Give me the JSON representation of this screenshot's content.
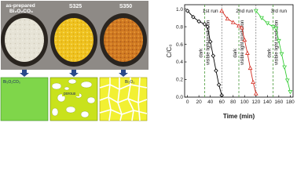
{
  "samples": {
    "photo_labels": [
      "as-prepared\nBi₂O₂CO₃",
      "S325",
      "S350"
    ],
    "schematic_labels": [
      "Bi₂O₂CO₃",
      "porous",
      "Bi₂O₃"
    ]
  },
  "chart_data": {
    "type": "line",
    "xlabel": "Time (min)",
    "ylabel": "C/C₀",
    "xlim": [
      -5,
      185
    ],
    "ylim": [
      0,
      1.05
    ],
    "xticks": [
      0,
      20,
      40,
      60,
      80,
      100,
      120,
      140,
      160,
      180
    ],
    "yticks": [
      0.0,
      0.2,
      0.4,
      0.6,
      0.8,
      1.0
    ],
    "runs": [
      {
        "label": "1st run",
        "color": "#000000",
        "marker": "diamond",
        "x": [
          0,
          10,
          20,
          30,
          35,
          40,
          45,
          50,
          55,
          60
        ],
        "y": [
          0.98,
          0.91,
          0.86,
          0.83,
          0.8,
          0.63,
          0.47,
          0.3,
          0.14,
          0.02
        ]
      },
      {
        "label": "2nd run",
        "color": "#d42a1e",
        "marker": "triangle",
        "x": [
          60,
          70,
          80,
          90,
          95,
          100,
          105,
          110,
          115,
          120
        ],
        "y": [
          0.98,
          0.89,
          0.85,
          0.81,
          0.79,
          0.65,
          0.5,
          0.33,
          0.17,
          0.04
        ]
      },
      {
        "label": "3rd run",
        "color": "#33cc33",
        "marker": "triangle-down",
        "x": [
          120,
          130,
          140,
          150,
          155,
          160,
          165,
          170,
          175,
          180
        ],
        "y": [
          0.98,
          0.9,
          0.84,
          0.8,
          0.78,
          0.64,
          0.49,
          0.34,
          0.19,
          0.06
        ]
      }
    ],
    "dark_boundaries": [
      30,
      90,
      150
    ],
    "run_boundaries": [
      60,
      120
    ],
    "annotations": {
      "dark": "dark",
      "light": "visible light irradiation"
    }
  }
}
